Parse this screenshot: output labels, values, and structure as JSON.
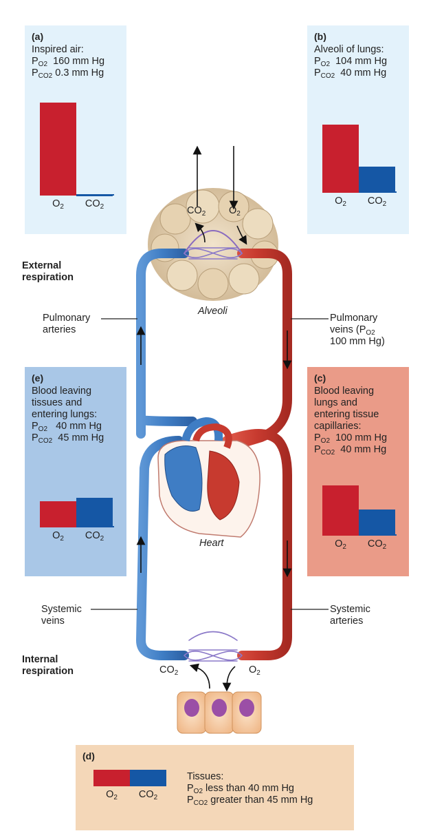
{
  "colors": {
    "o2_bar": "#c8202e",
    "co2_bar": "#1557a5",
    "panel_a_bg": "#e3f2fb",
    "panel_b_bg": "#e3f2fb",
    "panel_c_bg": "#ea9b88",
    "panel_d_bg": "#f4d7b8",
    "panel_e_bg": "#a9c7e7",
    "deoxygenated_vessel": "#3f7dc4",
    "oxygenated_vessel": "#c73a2f"
  },
  "panels": {
    "a": {
      "tag": "(a)",
      "line1": "Inspired air:",
      "po2_value": "160 mm Hg",
      "pco2_value": "0.3 mm Hg",
      "o2": 160,
      "co2": 0.3
    },
    "b": {
      "tag": "(b)",
      "line1": "Alveoli of lungs:",
      "po2_value": "104 mm Hg",
      "pco2_value": "40 mm Hg",
      "o2": 104,
      "co2": 40
    },
    "c": {
      "tag": "(c)",
      "line1": "Blood leaving",
      "line2": "lungs and",
      "line3": "entering tissue",
      "line4": "capillaries:",
      "po2_value": "100 mm Hg",
      "pco2_value": "40 mm Hg",
      "o2": 100,
      "co2": 40
    },
    "d": {
      "tag": "(d)",
      "line1": "Tissues:",
      "po2_value": "less than 40 mm Hg",
      "pco2_value": "greater than 45 mm Hg",
      "o2": 40,
      "co2": 45
    },
    "e": {
      "tag": "(e)",
      "line1": "Blood leaving",
      "line2": "tissues and",
      "line3": "entering lungs:",
      "po2_value": "40 mm Hg",
      "pco2_value": "45 mm Hg",
      "o2": 40,
      "co2": 45
    }
  },
  "chart_data": [
    {
      "type": "bar",
      "panel": "(a)",
      "categories": [
        "O2",
        "CO2"
      ],
      "values": [
        160,
        0.3
      ],
      "title": "Inspired air",
      "ylim": [
        0,
        160
      ]
    },
    {
      "type": "bar",
      "panel": "(b)",
      "categories": [
        "O2",
        "CO2"
      ],
      "values": [
        104,
        40
      ],
      "title": "Alveoli of lungs",
      "ylim": [
        0,
        160
      ]
    },
    {
      "type": "bar",
      "panel": "(c)",
      "categories": [
        "O2",
        "CO2"
      ],
      "values": [
        100,
        40
      ],
      "title": "Blood leaving lungs and entering tissue capillaries",
      "ylim": [
        0,
        160
      ]
    },
    {
      "type": "bar",
      "panel": "(d)",
      "categories": [
        "O2",
        "CO2"
      ],
      "values": [
        40,
        45
      ],
      "title": "Tissues",
      "ylim": [
        0,
        160
      ]
    },
    {
      "type": "bar",
      "panel": "(e)",
      "categories": [
        "O2",
        "CO2"
      ],
      "values": [
        40,
        45
      ],
      "title": "Blood leaving tissues and entering lungs",
      "ylim": [
        0,
        160
      ]
    }
  ],
  "chem": {
    "p": "P",
    "o2_sub": "O2",
    "co2_sub": "CO2",
    "o": "O",
    "co": "CO",
    "two": "2"
  },
  "labels": {
    "external_respiration_1": "External",
    "external_respiration_2": "respiration",
    "internal_respiration_1": "Internal",
    "internal_respiration_2": "respiration",
    "alveoli": "Alveoli",
    "heart": "Heart",
    "pulmonary_arteries_1": "Pulmonary",
    "pulmonary_arteries_2": "arteries",
    "pulmonary_veins_1": "Pulmonary",
    "pulmonary_veins_2": "veins (P",
    "pulmonary_veins_3": "100 mm Hg)",
    "systemic_veins_1": "Systemic",
    "systemic_veins_2": "veins",
    "systemic_arteries_1": "Systemic",
    "systemic_arteries_2": "arteries"
  }
}
